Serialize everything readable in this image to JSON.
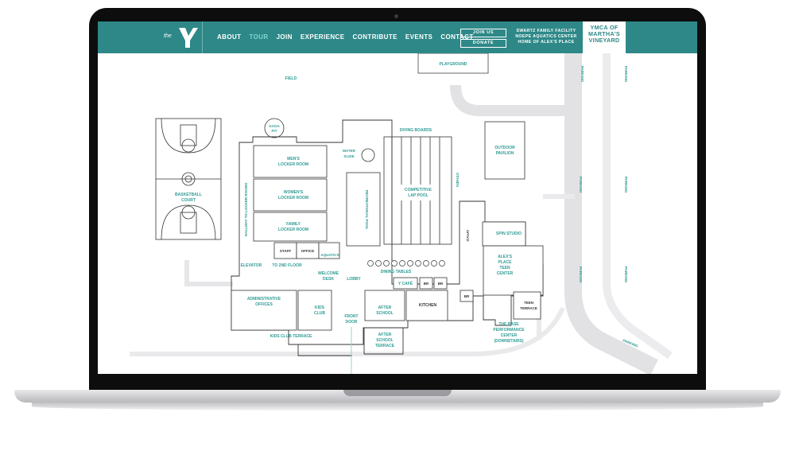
{
  "nav": {
    "logo_text": "the",
    "items": [
      {
        "label": "ABOUT",
        "active": false
      },
      {
        "label": "TOUR",
        "active": true
      },
      {
        "label": "JOIN",
        "active": false
      },
      {
        "label": "EXPERIENCE",
        "active": false
      },
      {
        "label": "CONTRIBUTE",
        "active": false
      },
      {
        "label": "EVENTS",
        "active": false
      },
      {
        "label": "CONTACT",
        "active": false
      }
    ],
    "join_label": "JOIN US",
    "donate_label": "DONATE",
    "facility_lines": [
      "SWARTZ FAMILY FACILITY",
      "NOEPE AQUATICS CENTER",
      "HOME OF ALEX'S PLACE"
    ],
    "brand_lines": [
      "YMCA OF",
      "MARTHA'S",
      "VINEYARD"
    ]
  },
  "colors": {
    "teal": "#2e8888",
    "accent": "#7ed7d0",
    "map_teal": "#2f9c95",
    "road": "#dcdcde"
  },
  "map": {
    "labels": {
      "field": "FIELD",
      "playground": "PLAYGROUND",
      "parking_1": "PARKING",
      "parking_2": "PARKING",
      "parking_3": "PARKING",
      "parking_4": "PARKING",
      "parking_5": "PARKING",
      "parking_6": "PARKING",
      "parking_7": "PARKING",
      "gaga_pit_1": "GAGA",
      "gaga_pit_2": "PIT",
      "diving_boards": "DIVING BOARDS",
      "mens_1": "MEN'S",
      "mens_2": "LOCKER ROOM",
      "water_slide_1": "WATER",
      "water_slide_2": "SLIDE",
      "outdoor_pavilion_1": "OUTDOOR",
      "outdoor_pavilion_2": "PAVILION",
      "stands": "STANDS",
      "womens_1": "WOMEN'S",
      "womens_2": "LOCKER ROOM",
      "competitive_1": "COMPETITIVE",
      "competitive_2": "LAP POOL",
      "recreational_pool": "RECREATIONAL POOL",
      "basketball_1": "BASKETBALL",
      "basketball_2": "COURT",
      "hallway": "HALLWAY TO LOCKER ROOMS",
      "family_1": "FAMILY",
      "family_2": "LOCKER ROOM",
      "office": "OFFICE",
      "spin_studio": "SPIN STUDIO",
      "staff": "STAFF",
      "office2": "OFFICE",
      "aquatics": "AQUATICS",
      "alexs_1": "ALEX'S",
      "alexs_2": "PLACE",
      "alexs_3": "TEEN",
      "alexs_4": "CENTER",
      "elevator": "ELEVATOR",
      "to_2nd_floor": "TO 2ND FLOOR",
      "welcome_1": "WELCOME",
      "welcome_2": "DESK",
      "dining_tables": "DINING TABLES",
      "lobby": "LOBBY",
      "y_cafe": "Y CAFÉ",
      "br_1": "BR",
      "br_2": "BR",
      "br_3": "BR",
      "admin_1": "ADMINISTRATIVE",
      "admin_2": "OFFICES",
      "kids_club_1": "KIDS",
      "kids_club_2": "CLUB",
      "after_school_1": "AFTER",
      "after_school_2": "SCHOOL",
      "kitchen": "KITCHEN",
      "teen_terrace_1": "TEEN",
      "teen_terrace_2": "TERRACE",
      "front_door_1": "FRONT",
      "front_door_2": "DOOR",
      "base_1": "THE BASE",
      "base_2": "PERFORMANCE",
      "base_3": "CENTER",
      "base_4": "(DOWNSTAIRS)",
      "kids_terrace": "KIDS CLUB TERRACE",
      "ast_1": "AFTER",
      "ast_2": "SCHOOL",
      "ast_3": "TERRACE"
    }
  }
}
